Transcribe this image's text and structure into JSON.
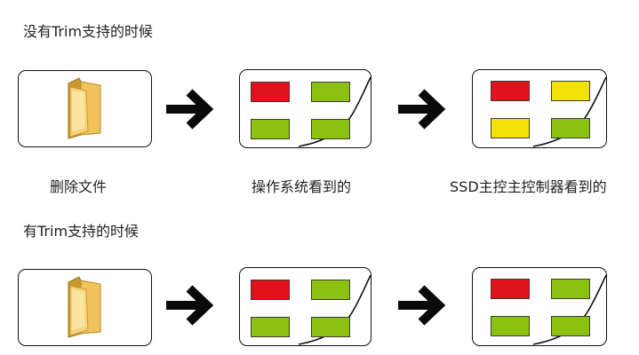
{
  "sections": [
    {
      "title": "没有Trim支持的时候",
      "steps": [
        {
          "caption": "删除文件"
        },
        {
          "caption": "操作系统看到的",
          "blocks": [
            "red",
            "green",
            "green",
            "green"
          ]
        },
        {
          "caption": "SSD主控主控制器看到的",
          "blocks": [
            "red",
            "yellow",
            "yellow",
            "green"
          ]
        }
      ]
    },
    {
      "title": "有Trim支持的时候",
      "steps": [
        {
          "caption": ""
        },
        {
          "blocks": [
            "red",
            "green",
            "green",
            "green"
          ]
        },
        {
          "blocks": [
            "red",
            "green",
            "green",
            "green"
          ]
        }
      ]
    }
  ],
  "colors": {
    "red": "#e0131c",
    "green": "#8cc011",
    "yellow": "#f2e20a",
    "arrow": "#0a0a0a",
    "folder": "#e9b94b"
  },
  "icons": {
    "file": "folder-icon",
    "arrow": "right-arrow-icon"
  }
}
